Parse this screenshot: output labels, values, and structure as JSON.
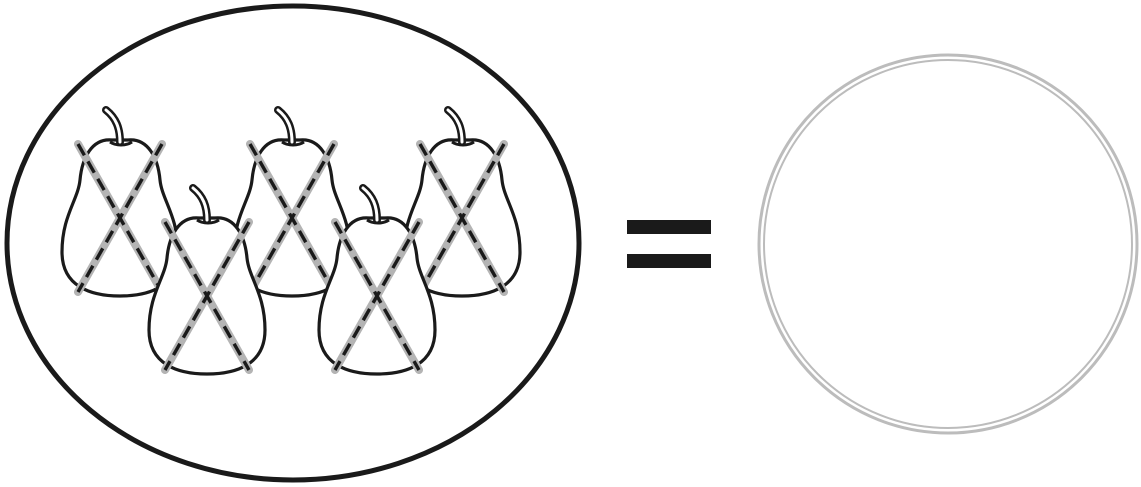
{
  "diagram": {
    "pear_count": 5,
    "crossed_out_count": 5,
    "relation_symbol": "equals-sign",
    "answer_shape": "empty-circle",
    "colors": {
      "outline": "#1a1a1a",
      "cross_gray": "#b4b4b4",
      "cross_dash": "#1a1a1a",
      "answer_circle": "#bcbcbc",
      "background": "#ffffff"
    }
  },
  "icons": [
    "pear-icon",
    "cross-out-icon",
    "equals-icon",
    "empty-answer-circle-icon"
  ]
}
